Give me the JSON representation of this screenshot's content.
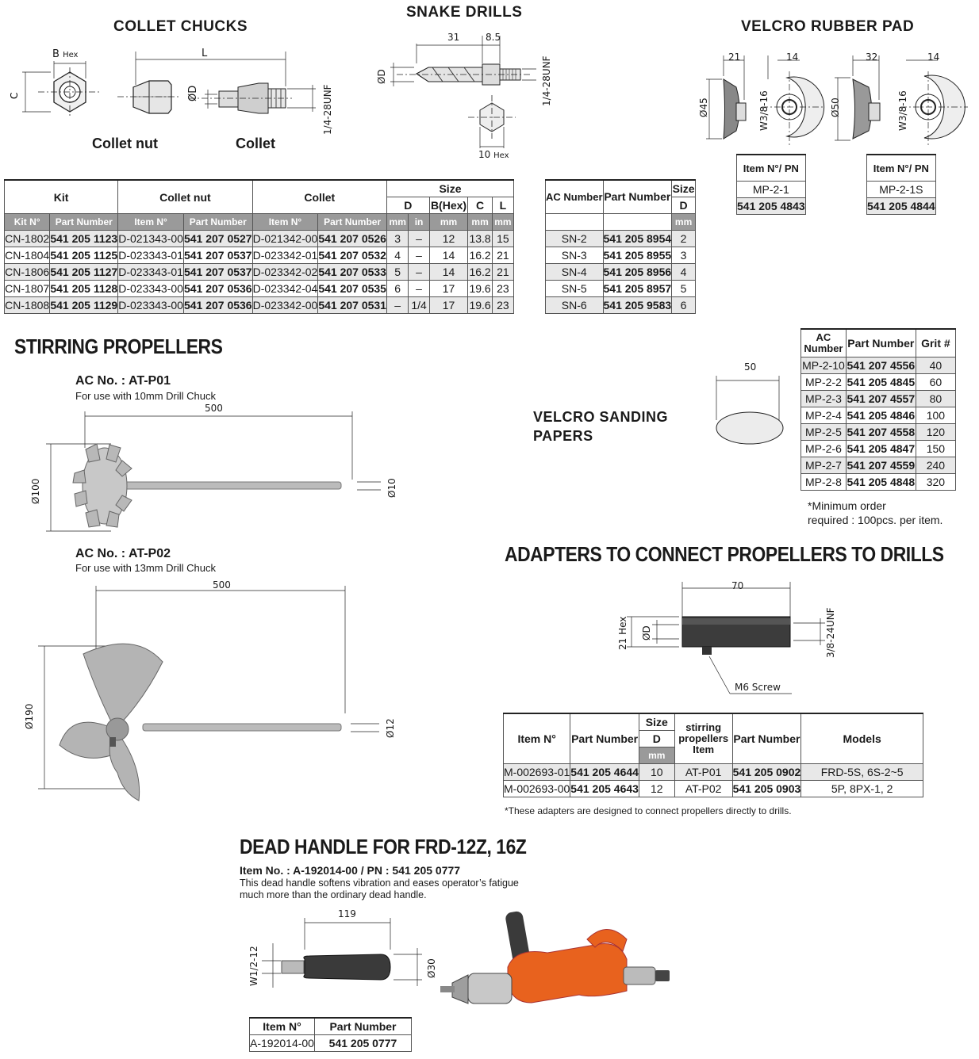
{
  "collet_chucks": {
    "title": "COLLET CHUCKS",
    "label_nut": "Collet nut",
    "label_collet": "Collet",
    "dims": {
      "b": "B",
      "hex": "Hex",
      "l": "L",
      "c": "C",
      "d": "ØD",
      "thread": "1/4-28UNF"
    },
    "table": {
      "group_headers": [
        "Kit",
        "Collet nut",
        "Collet",
        "Size"
      ],
      "size_headers": [
        "D",
        "B(Hex)",
        "C",
        "L"
      ],
      "sub_headers": [
        "Kit N°",
        "Part Number",
        "Item N°",
        "Part Number",
        "Item N°",
        "Part Number",
        "mm",
        "in",
        "mm",
        "mm",
        "mm"
      ],
      "rows": [
        [
          "CN-1802",
          "541 205 1123",
          "D-021343-00",
          "541 207 0527",
          "D-021342-00",
          "541 207 0526",
          "3",
          "–",
          "12",
          "13.8",
          "15"
        ],
        [
          "CN-1804",
          "541 205 1125",
          "D-023343-01",
          "541 207 0537",
          "D-023342-01",
          "541 207 0532",
          "4",
          "–",
          "14",
          "16.2",
          "21"
        ],
        [
          "CN-1806",
          "541 205 1127",
          "D-023343-01",
          "541 207 0537",
          "D-023342-02",
          "541 207 0533",
          "5",
          "–",
          "14",
          "16.2",
          "21"
        ],
        [
          "CN-1807",
          "541 205 1128",
          "D-023343-00",
          "541 207 0536",
          "D-023342-04",
          "541 207 0535",
          "6",
          "–",
          "17",
          "19.6",
          "23"
        ],
        [
          "CN-1808",
          "541 205 1129",
          "D-023343-00",
          "541 207 0536",
          "D-023342-00",
          "541 207 0531",
          "–",
          "1/4",
          "17",
          "19.6",
          "23"
        ]
      ]
    }
  },
  "snake_drills": {
    "title": "SNAKE DRILLS",
    "dims": {
      "a": "31",
      "b": "8.5",
      "d": "ØD",
      "thread": "1/4-28UNF",
      "hex": "10",
      "hex_unit": "Hex"
    },
    "table": {
      "headers": [
        "AC Number",
        "Part Number",
        "Size",
        "D",
        "mm"
      ],
      "rows": [
        [
          "SN-2",
          "541 205 8954",
          "2"
        ],
        [
          "SN-3",
          "541 205 8955",
          "3"
        ],
        [
          "SN-4",
          "541 205 8956",
          "4"
        ],
        [
          "SN-5",
          "541 205 8957",
          "5"
        ],
        [
          "SN-6",
          "541 205 9583",
          "6"
        ]
      ]
    }
  },
  "velcro_pad": {
    "title": "VELCRO RUBBER PAD",
    "pad1": {
      "w": "21",
      "t": "14",
      "dia": "Ø45",
      "thread": "W3/8-16",
      "header": "Item N°/ PN",
      "item": "MP-2-1",
      "pn": "541 205 4843"
    },
    "pad2": {
      "w": "32",
      "t": "14",
      "dia": "Ø50",
      "thread": "W3/8-16",
      "header": "Item N°/ PN",
      "item": "MP-2-1S",
      "pn": "541 205 4844"
    }
  },
  "stirring": {
    "title": "STIRRING PROPELLERS",
    "p1": {
      "title": "AC No. : AT-P01",
      "sub": "For use with 10mm Drill Chuck",
      "len": "500",
      "dia": "Ø100",
      "shaft": "Ø10"
    },
    "p2": {
      "title": "AC No. : AT-P02",
      "sub": "For use with 13mm Drill Chuck",
      "len": "500",
      "dia": "Ø190",
      "shaft": "Ø12"
    }
  },
  "sanding": {
    "title_line1": "VELCRO SANDING",
    "title_line2": "PAPERS",
    "dim": "50",
    "table": {
      "headers": [
        "AC Number",
        "Part Number",
        "Grit #"
      ],
      "rows": [
        [
          "MP-2-10",
          "541 207 4556",
          "40"
        ],
        [
          "MP-2-2",
          "541 205 4845",
          "60"
        ],
        [
          "MP-2-3",
          "541 207 4557",
          "80"
        ],
        [
          "MP-2-4",
          "541 205 4846",
          "100"
        ],
        [
          "MP-2-5",
          "541 207 4558",
          "120"
        ],
        [
          "MP-2-6",
          "541 205 4847",
          "150"
        ],
        [
          "MP-2-7",
          "541 207 4559",
          "240"
        ],
        [
          "MP-2-8",
          "541 205 4848",
          "320"
        ]
      ]
    },
    "note_line1": "*Minimum order",
    "note_line2": "required : 100pcs. per item."
  },
  "adapters": {
    "title": "ADAPTERS TO CONNECT PROPELLERS TO DRILLS",
    "dims": {
      "len": "70",
      "hex": "21 Hex",
      "d": "ØD",
      "thread": "3/8-24UNF",
      "screw": "M6 Screw"
    },
    "table": {
      "headers": [
        "Item N°",
        "Part Number",
        "Size",
        "D",
        "mm",
        "stirring propellers Item",
        "Part Number",
        "Models"
      ],
      "rows": [
        [
          "M-002693-01",
          "541 205 4644",
          "10",
          "AT-P01",
          "541 205 0902",
          "FRD-5S, 6S-2~5"
        ],
        [
          "M-002693-00",
          "541 205 4643",
          "12",
          "AT-P02",
          "541 205 0903",
          "5P, 8PX-1, 2"
        ]
      ]
    },
    "note": "*These adapters are designed to connect propellers directly to drills."
  },
  "dead_handle": {
    "title": "DEAD HANDLE FOR FRD-12Z, 16Z",
    "item_line": "Item No. : A-192014-00 / PN : 541 205 0777",
    "desc1": "This dead handle softens vibration and eases operator’s fatigue",
    "desc2": "much more than the ordinary dead handle.",
    "dims": {
      "len": "119",
      "thread": "W1/2-12",
      "dia": "Ø30"
    },
    "table": {
      "headers": [
        "Item N°",
        "Part Number"
      ],
      "row": [
        "A-192014-00",
        "541 205 0777"
      ]
    }
  },
  "colors": {
    "drill_orange": "#e8621e",
    "table_grey": "#9a9a9a",
    "row_grey": "#e8e8e8"
  }
}
